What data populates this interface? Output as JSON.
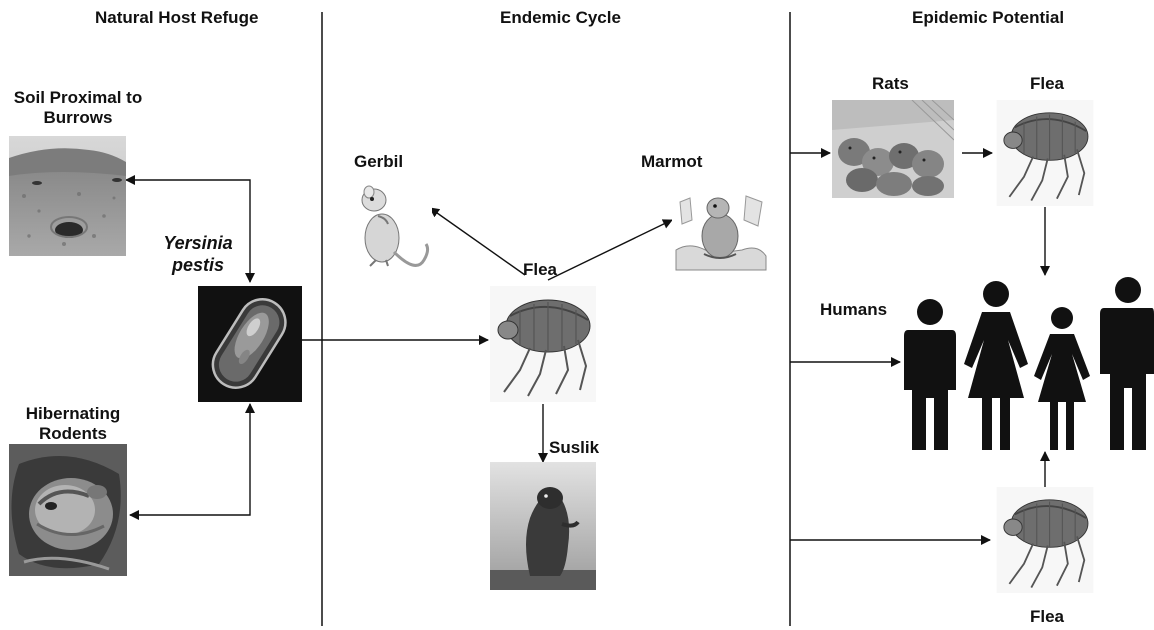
{
  "sections": {
    "natural_host_refuge": "Natural Host Refuge",
    "endemic_cycle": "Endemic Cycle",
    "epidemic_potential": "Epidemic Potential"
  },
  "labels": {
    "soil_line1": "Soil Proximal to",
    "soil_line2": "Burrows",
    "yersinia_line1": "Yersinia",
    "yersinia_line2": "pestis",
    "hibernating_line1": "Hibernating",
    "hibernating_line2": "Rodents",
    "gerbil": "Gerbil",
    "marmot": "Marmot",
    "flea_center": "Flea",
    "suslik": "Suslik",
    "rats": "Rats",
    "flea_top_right": "Flea",
    "humans": "Humans",
    "flea_bottom_right": "Flea"
  },
  "icons": [
    "soil-burrow-photo",
    "hibernating-rodent-photo",
    "bacterium-micrograph",
    "gerbil-drawing",
    "marmot-drawing",
    "flea-drawing",
    "suslik-photo",
    "rats-photo",
    "human-silhouette-icon"
  ]
}
